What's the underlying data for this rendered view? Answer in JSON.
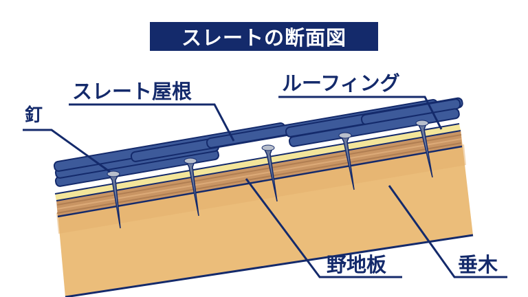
{
  "title": "スレートの断面図",
  "labels": {
    "slate_roof": "スレート屋根",
    "nail": "釘",
    "roofing": "ルーフィング",
    "sheathing_board": "野地板",
    "rafter": "垂木"
  },
  "colors": {
    "navy": "#142a6b",
    "slate_blue": "#3d5a9a",
    "roofing_yellow": "#f3e59a",
    "sheathing_brown": "#c99564",
    "rafter_tan": "#ebbd7a",
    "nail_gray": "#b8bfcc"
  }
}
